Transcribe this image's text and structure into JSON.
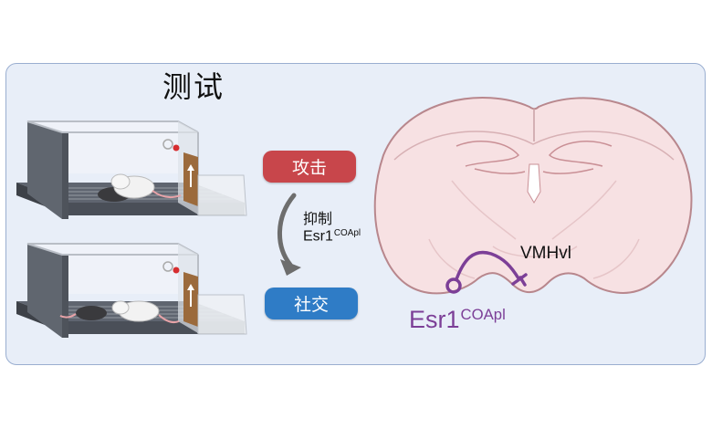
{
  "title": "测试",
  "behaviors": {
    "attack": "攻击",
    "social": "社交"
  },
  "manipulation": {
    "action": "抑制",
    "gene": "Esr1",
    "gene_superscript": "COApl"
  },
  "brain": {
    "region": "VMHvl",
    "gene": "Esr1",
    "gene_superscript": "COApl"
  },
  "colors": {
    "attack": "#c8464b",
    "social": "#2f7cc6",
    "projection": "#7c3f97",
    "panel": "#e8eef8",
    "brain": "#f7e1e3"
  }
}
